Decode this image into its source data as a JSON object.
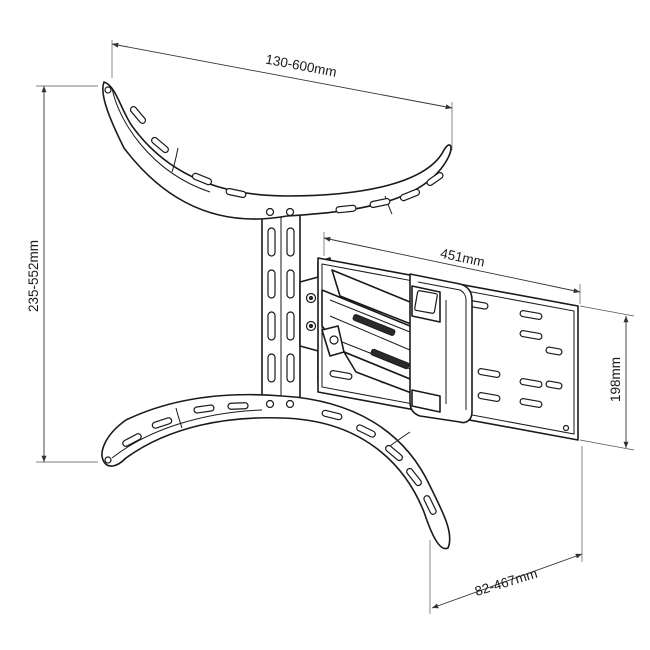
{
  "dimensions": {
    "top_width": "130-600mm",
    "height": "235-552mm",
    "plate_width": "451mm",
    "plate_height": "198mm",
    "extension": "82-467mm"
  },
  "colors": {
    "line": "#1a1a1a",
    "fill": "#ffffff"
  }
}
